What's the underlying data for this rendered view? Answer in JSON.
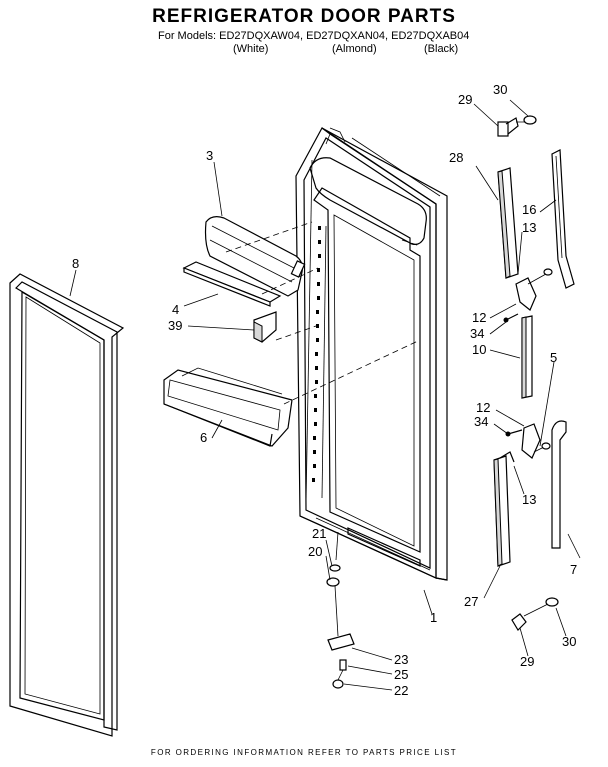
{
  "title": "REFRIGERATOR DOOR PARTS",
  "models_line": "For Models: ED27DQXAW04, ED27DQXAN04, ED27DQXAB04",
  "colors": {
    "white": "(White)",
    "almond": "(Almond)",
    "black": "(Black)"
  },
  "footer": "FOR ORDERING INFORMATION REFER TO PARTS PRICE LIST",
  "callouts": {
    "c30a": "30",
    "c29a": "29",
    "c28": "28",
    "c16": "16",
    "c13a": "13",
    "c3": "3",
    "c8": "8",
    "c4": "4",
    "c39": "39",
    "c12a": "12",
    "c34a": "34",
    "c10": "10",
    "c5": "5",
    "c12b": "12",
    "c34b": "34",
    "c6": "6",
    "c13b": "13",
    "c21": "21",
    "c20": "20",
    "c7": "7",
    "c27": "27",
    "c1": "1",
    "c30b": "30",
    "c29b": "29",
    "c23": "23",
    "c25": "25",
    "c22": "22"
  }
}
